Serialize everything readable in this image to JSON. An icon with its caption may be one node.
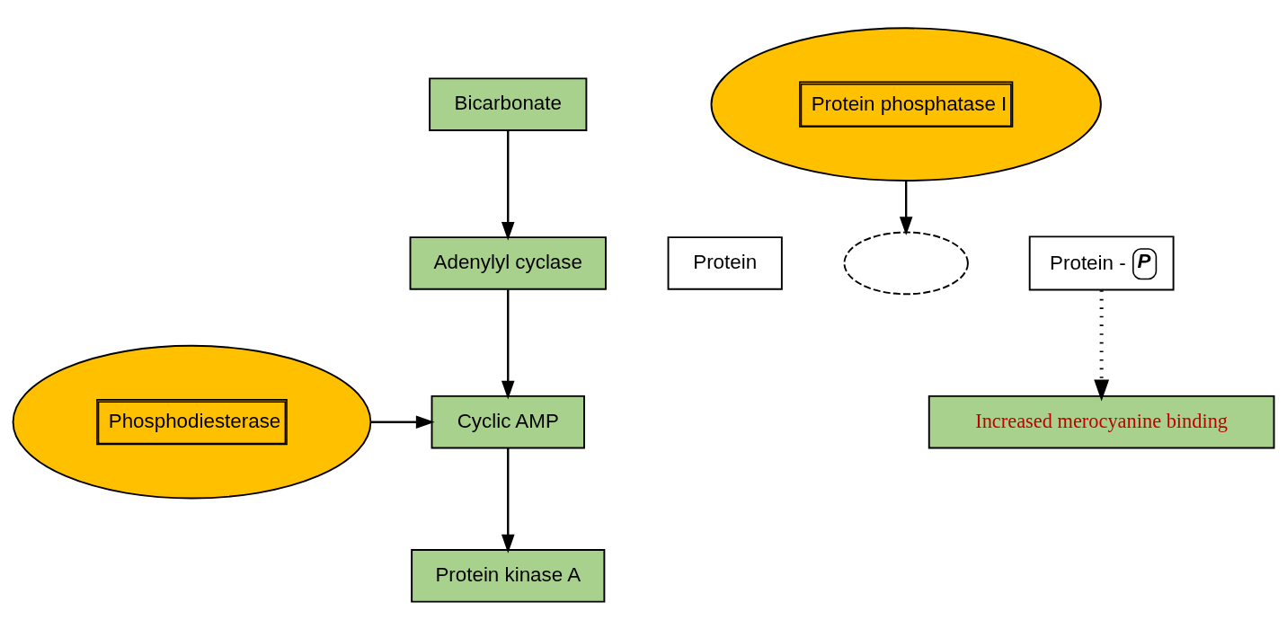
{
  "diagram": {
    "nodes": [
      {
        "text": [
          "Bicarbonate"
        ]
      },
      {
        "text": [
          "Adenylyl cyclase"
        ]
      },
      {
        "text": [
          "Cyclic AMP"
        ]
      },
      {
        "text": [
          "Phosphodiesterase"
        ]
      },
      {
        "text": [
          "Protein kinase A"
        ]
      },
      {
        "text": [
          "Protein"
        ]
      },
      {
        "text": [],
        "shape": "circle"
      },
      {
        "text": [
          "Protein -",
          "P"
        ]
      },
      {
        "text": [
          "Increased merocyanine binding"
        ]
      },
      {
        "text": [
          "Protein phosphatase I"
        ]
      }
    ],
    "edges": [
      {
        "from": 0,
        "to": 1,
        "arrow": "to"
      },
      {
        "from": 1,
        "to": 2,
        "arrow": "to"
      },
      {
        "from": 3,
        "to": 2,
        "arrow": "to"
      },
      {
        "from": 2,
        "to": 4,
        "arrow": "to"
      },
      {
        "from": 7,
        "to": 8,
        "arrow": "to",
        "style": "dashed"
      },
      {
        "from": 9,
        "to": 6,
        "arrow": "to"
      }
    ]
  }
}
